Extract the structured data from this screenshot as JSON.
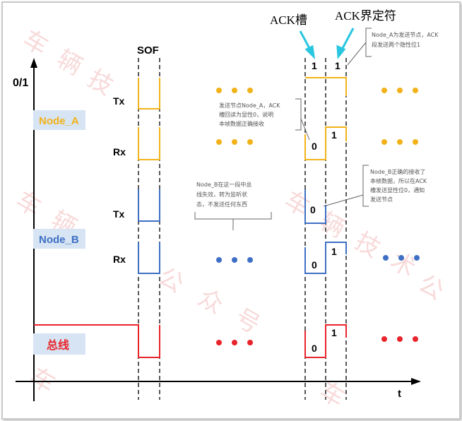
{
  "labels": {
    "ack_slot": "ACK槽",
    "ack_delimiter": "ACK界定符",
    "sof": "SOF",
    "y_axis": "0/1",
    "x_axis": "t",
    "tx": "Tx",
    "rx": "Rx",
    "node_a": "Node_A",
    "node_b": "Node_B",
    "bus": "总线",
    "ack_slot_value": "1",
    "ack_delim_value": "1",
    "node_a_rx_slot": "0",
    "node_a_rx_delim": "1",
    "node_b_tx_slot": "0",
    "node_b_rx_slot": "0",
    "node_b_rx_delim": "1",
    "bus_slot": "0",
    "bus_delim": "1"
  },
  "notes": {
    "top": [
      "Node_A为发送节点，ACK",
      "段发送两个隐性位1"
    ],
    "node_a": [
      "发送节点Node_A，ACK",
      "槽回读为显性0，说明",
      "本帧数据正确接收"
    ],
    "node_b_left": [
      "Node_B在这一段中总",
      "线失效，转为监听状",
      "态，不发送任何东西"
    ],
    "node_b_right": [
      "Node_B正确的接收了",
      "本帧数据，所以在ACK",
      "槽发送显性位0，通知",
      "发送节点"
    ]
  },
  "watermark": [
    "车",
    "辆",
    "技",
    "术",
    "公",
    "众",
    "号"
  ],
  "colors": {
    "node_a": "#f2b21a",
    "node_b": "#3e6fc4",
    "bus": "#e8242b",
    "arrow": "#29c6e0",
    "label_bg": "#d6e4f3"
  }
}
